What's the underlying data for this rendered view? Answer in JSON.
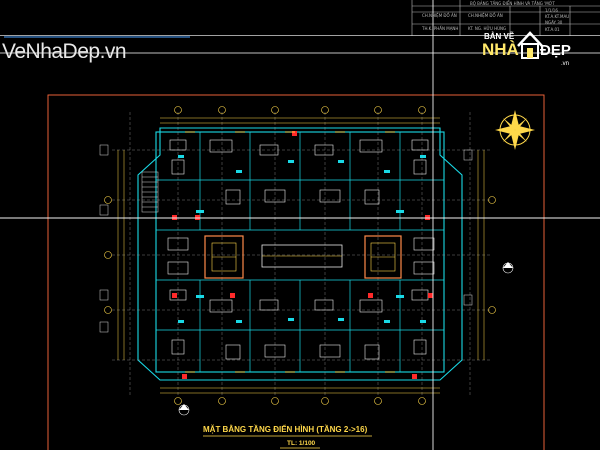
{
  "app": "AutoCAD model space",
  "watermark": "VeNhaDep.vn",
  "logo": {
    "line1": "BẢN VẼ",
    "line2": "NHÀ",
    "line3": "ĐẸP",
    "suffix": ".vn"
  },
  "title_block": {
    "row1": "BỘ BẢNG TẦNG ĐIỂN HÌNH VÀ TẦNG 'MỚT",
    "row2a": "CH.NHIỆM ĐỒ ÁN",
    "row2b": "CH.NHIỆM ĐỒ ÁN",
    "row3a": "TH.K. PHẦN MẠNH",
    "row3b": "KT. NG. HỮU HÙNG",
    "cell1": "1/1/16",
    "cell2": "KT.A.KT.MAU",
    "cell3": "NGÀY 30",
    "cell4": "KT.A.01"
  },
  "drawing": {
    "title": "MẶT BẰNG TẦNG ĐIỂN HÌNH (TẦNG 2->16)",
    "scale": "TL: 1/100"
  },
  "colors": {
    "background": "#000000",
    "frame": "#ff6a3d",
    "outer_frame": "#ffffff",
    "walls": "#19d9e6",
    "grid": "#c8c8c8",
    "dims": "#ffd84a",
    "furniture": "#e8e8e8",
    "accent_red": "#ff2a2a",
    "cursor": "#f2f2f2"
  },
  "icons": [
    "north-arrow-icon",
    "section-marker-icon",
    "house-logo-icon"
  ]
}
